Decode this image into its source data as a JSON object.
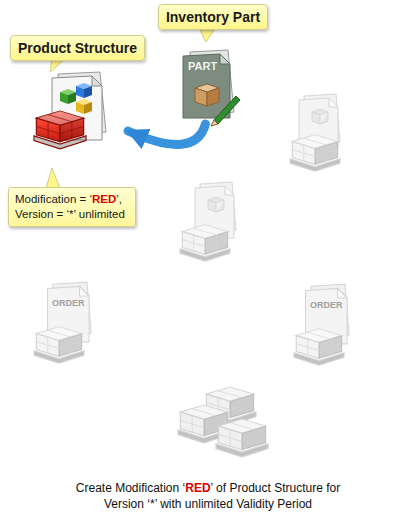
{
  "diagram": {
    "caption": "Create Modification ‘RED’ of Product Structure for Version ‘*’ with unlimited Validity Period",
    "nodes": [
      {
        "text": [
          "Inventory Part"
        ]
      },
      {
        "text": [
          "Product Structure"
        ]
      },
      {
        "text": [
          "Modification = ‘RED’, Version = ‘*’ unlimited"
        ]
      }
    ],
    "edges": [
      {
        "from": 0,
        "to": 1,
        "arrow": "to"
      }
    ],
    "labels": [
      "PART",
      "ORDER",
      "ORDER"
    ]
  }
}
